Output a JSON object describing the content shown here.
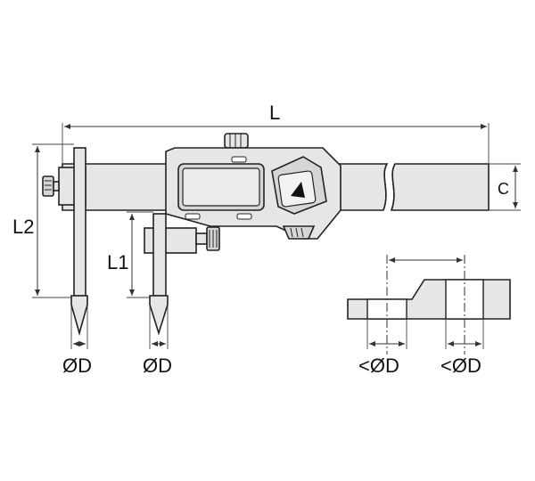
{
  "labels": {
    "length": "L",
    "height_c": "C",
    "depth_l1": "L1",
    "depth_l2": "L2",
    "diameter_left": "ØD",
    "diameter_mid": "ØD",
    "bore_left": "<ØD",
    "bore_right": "<ØD"
  },
  "colors": {
    "outline": "#222222",
    "fill": "#e6e6e6",
    "dimension": "#333333"
  }
}
